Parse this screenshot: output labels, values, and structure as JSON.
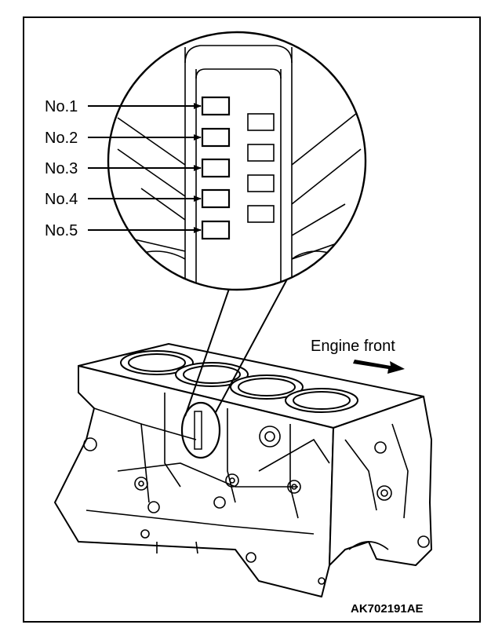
{
  "diagram": {
    "bearing_labels": [
      {
        "id": "no1",
        "text": "No.1"
      },
      {
        "id": "no2",
        "text": "No.2"
      },
      {
        "id": "no3",
        "text": "No.3"
      },
      {
        "id": "no4",
        "text": "No.4"
      },
      {
        "id": "no5",
        "text": "No.5"
      }
    ],
    "engine_front_label": "Engine front",
    "figure_code": "AK702191AE"
  },
  "colors": {
    "line": "#000000",
    "background": "#ffffff"
  }
}
